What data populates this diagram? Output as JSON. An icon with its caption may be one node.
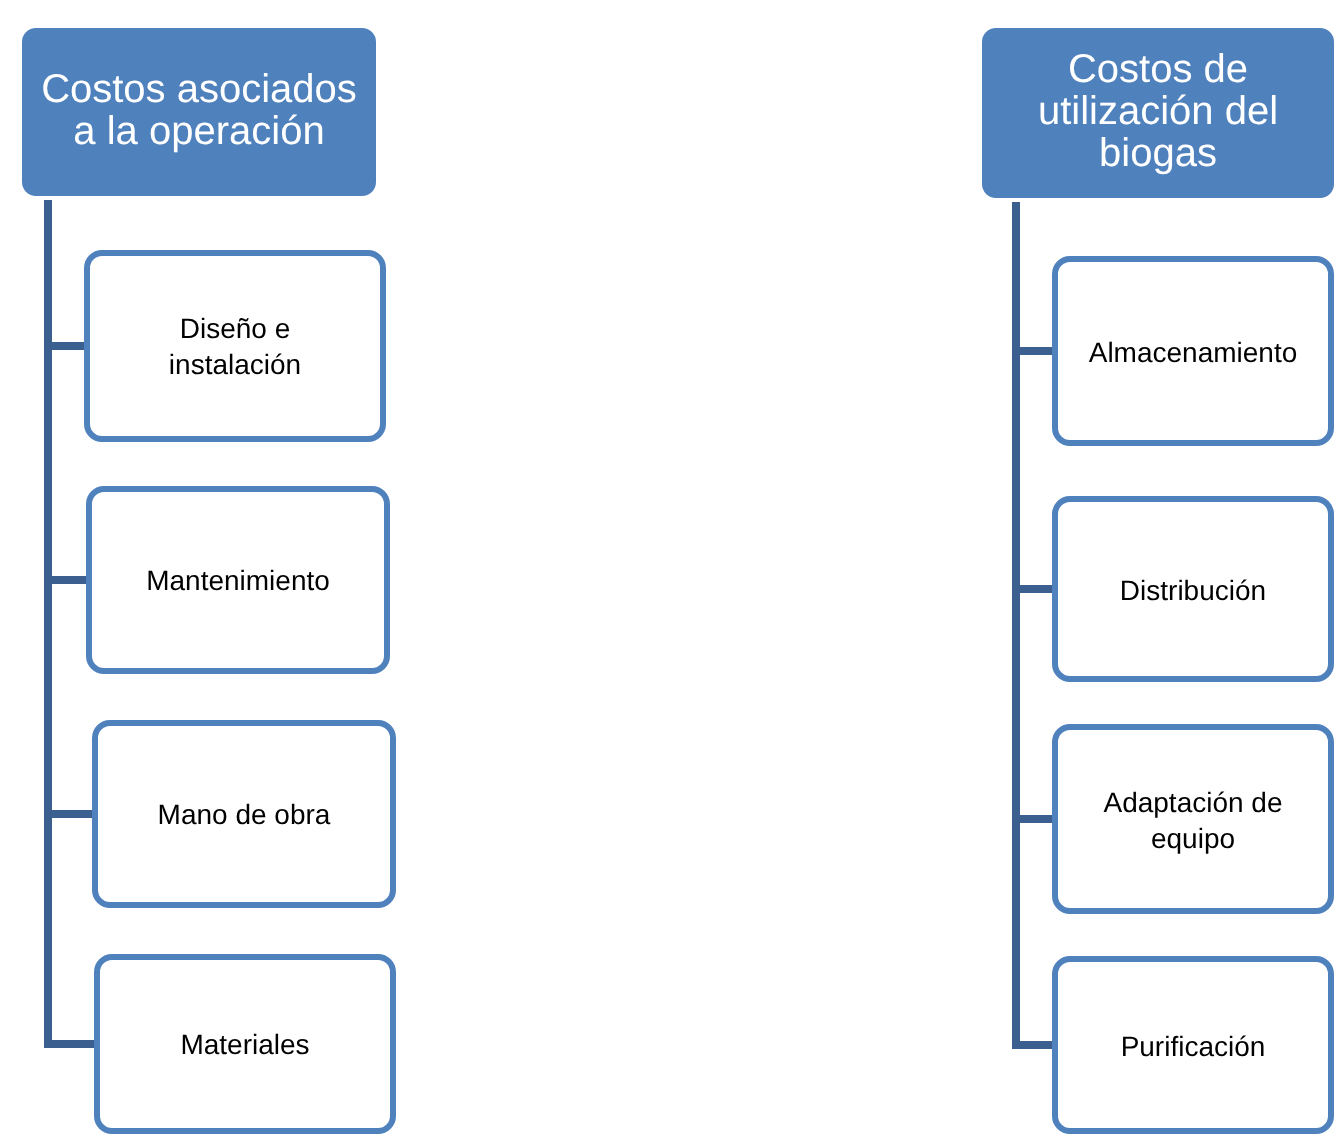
{
  "diagram": {
    "nodes": [
      {
        "text": [
          "Costos asociados a la operación"
        ]
      },
      {
        "text": [
          "Diseño e instalación"
        ]
      },
      {
        "text": [
          "Mantenimiento"
        ]
      },
      {
        "text": [
          "Mano de obra"
        ]
      },
      {
        "text": [
          "Materiales"
        ]
      },
      {
        "text": [
          "Costos de utilización del biogas"
        ]
      },
      {
        "text": [
          "Almacenamiento"
        ]
      },
      {
        "text": [
          "Distribución"
        ]
      },
      {
        "text": [
          "Adaptación de equipo"
        ]
      },
      {
        "text": [
          "Purificación"
        ]
      }
    ],
    "edges": [
      {
        "from": 0,
        "to": 1,
        "arrow": "none"
      },
      {
        "from": 0,
        "to": 2,
        "arrow": "none"
      },
      {
        "from": 0,
        "to": 3,
        "arrow": "none"
      },
      {
        "from": 0,
        "to": 4,
        "arrow": "none"
      },
      {
        "from": 5,
        "to": 6,
        "arrow": "none"
      },
      {
        "from": 5,
        "to": 7,
        "arrow": "none"
      },
      {
        "from": 5,
        "to": 8,
        "arrow": "none"
      },
      {
        "from": 5,
        "to": 9,
        "arrow": "none"
      }
    ]
  }
}
